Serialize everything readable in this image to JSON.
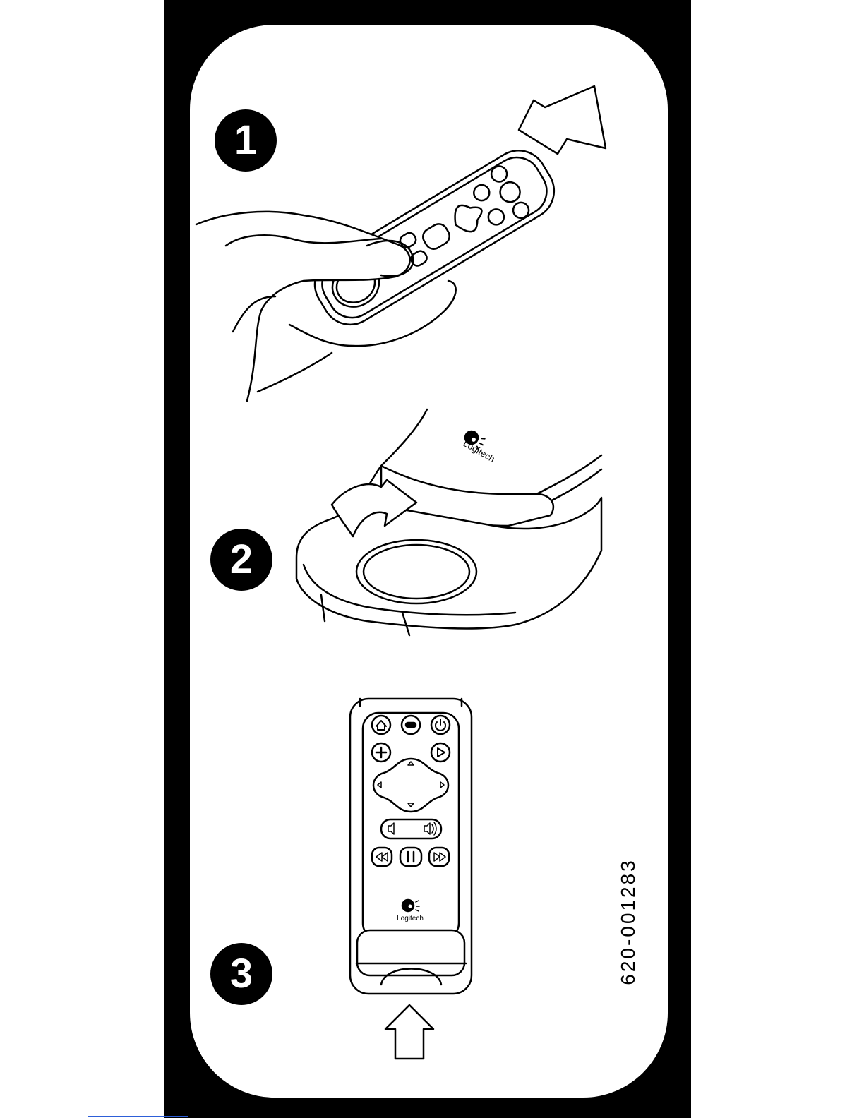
{
  "steps": [
    {
      "number": "1"
    },
    {
      "number": "2"
    },
    {
      "number": "3"
    }
  ],
  "brand": {
    "name": "Logitech"
  },
  "part_number": "620-001283",
  "colors": {
    "frame": "#000000",
    "paper": "#ffffff",
    "ink": "#000000",
    "link": "#2d5fd8"
  },
  "icons": [
    "arrow-up-right-icon",
    "arrow-up-icon",
    "slide-arrow-icon",
    "home-icon",
    "power-icon",
    "plus-icon",
    "play-icon",
    "volume-icon",
    "rewind-icon",
    "pause-icon",
    "fast-forward-icon",
    "logitech-logo-icon"
  ]
}
